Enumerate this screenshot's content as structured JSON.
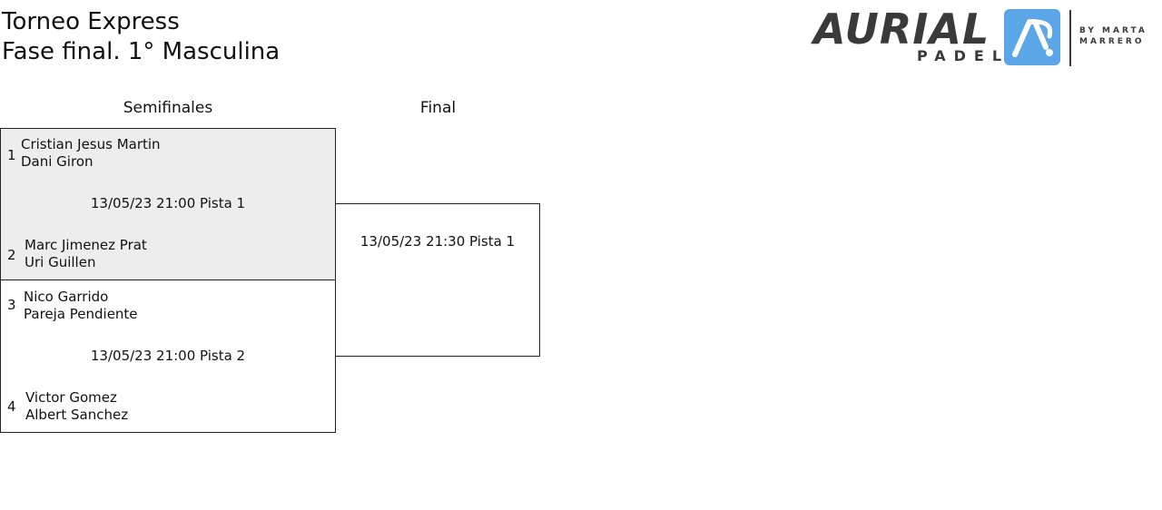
{
  "header": {
    "title_line1": "Torneo Express",
    "title_line2": "Fase final. 1° Masculina"
  },
  "logo": {
    "word": "AURIAL",
    "sub": "PADEL",
    "by_line1": "BY MARTA",
    "by_line2": "MARRERO",
    "badge_color": "#5aa6e6"
  },
  "rounds": {
    "semifinals_label": "Semifinales",
    "final_label": "Final"
  },
  "semifinals": [
    {
      "info": "13/05/23 21:00 Pista 1",
      "top": {
        "seed": "1",
        "player1": "Cristian Jesus Martin",
        "player2": "Dani Giron"
      },
      "bottom": {
        "seed": "2",
        "player1": "Marc Jimenez Prat",
        "player2": "Uri Guillen"
      }
    },
    {
      "info": "13/05/23 21:00 Pista 2",
      "top": {
        "seed": "3",
        "player1": "Nico Garrido",
        "player2": "Pareja Pendiente"
      },
      "bottom": {
        "seed": "4",
        "player1": "Victor Gomez",
        "player2": "Albert Sanchez"
      }
    }
  ],
  "final": {
    "info": "13/05/23 21:30 Pista 1"
  },
  "colors": {
    "highlight_match": "#ededed",
    "border": "#222222"
  }
}
